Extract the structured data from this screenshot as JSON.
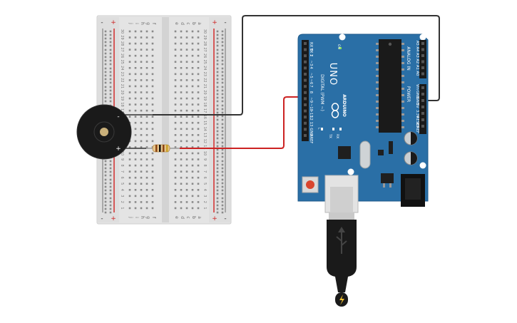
{
  "breadboard": {
    "plus_symbol": "+",
    "minus_symbol": "-",
    "col_letters_left": [
      "j",
      "i",
      "h",
      "g",
      "f"
    ],
    "col_letters_right": [
      "e",
      "d",
      "c",
      "b",
      "a"
    ],
    "row_count": 30
  },
  "buzzer": {
    "minus_label": "-",
    "plus_label": "+"
  },
  "arduino": {
    "model": "UNO",
    "brand": "ARDUINO",
    "digital_label": "DIGITAL (PWM ~)",
    "analog_label": "ANALOG IN",
    "power_label": "POWER",
    "on_label": "ON",
    "tx_label": "TX",
    "rx_label": "RX",
    "l_label": "L",
    "digital_pins": [
      "RX 0",
      "TX 1",
      "2",
      "~3",
      "4",
      "~5",
      "~6",
      "7",
      "8",
      "~9",
      "~10",
      "~11",
      "12",
      "13",
      "GND",
      "AREF"
    ],
    "analog_pins": [
      "A5",
      "A4",
      "A3",
      "A2",
      "A1",
      "A0"
    ],
    "power_pins": [
      "Vin",
      "GND",
      "GND",
      "5V",
      "3.3V",
      "RESET",
      "IOREF"
    ]
  },
  "colors": {
    "board_blue": "#2a6fa6",
    "wire_black": "#333333",
    "wire_red": "#cc2222",
    "rail_red": "#d22c2c",
    "breadboard_bg": "#e6e6e6"
  }
}
